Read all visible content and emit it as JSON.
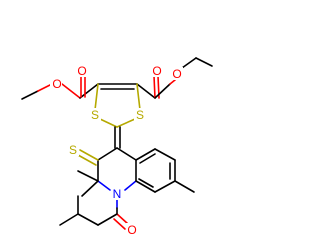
{
  "structure": {
    "colors": {
      "bond": "#000000",
      "oxygen": "#ff0000",
      "sulfur": "#b5a900",
      "nitrogen": "#0000ff"
    },
    "atoms": {
      "o_left_carbonyl": {
        "symbol": "O",
        "element": "oxygen"
      },
      "o_left_ether": {
        "symbol": "O",
        "element": "oxygen"
      },
      "o_right_ether": {
        "symbol": "O",
        "element": "oxygen"
      },
      "o_right_carbonyl": {
        "symbol": "O",
        "element": "oxygen"
      },
      "s_ring_left": {
        "symbol": "S",
        "element": "sulfur"
      },
      "s_ring_right": {
        "symbol": "S",
        "element": "sulfur"
      },
      "s_thione": {
        "symbol": "S",
        "element": "sulfur"
      },
      "n_ring": {
        "symbol": "N",
        "element": "nitrogen"
      },
      "o_acyl": {
        "symbol": "O",
        "element": "oxygen"
      }
    }
  }
}
